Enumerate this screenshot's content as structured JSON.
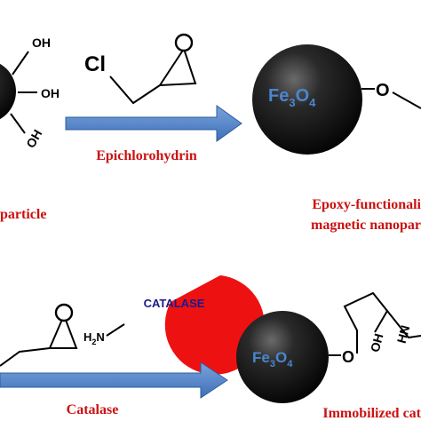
{
  "top_left_groups": [
    "OH",
    "OH",
    "OH"
  ],
  "epichlorohydrin": {
    "atom": "Cl",
    "label": "Epichlorohydrin"
  },
  "particle_core": {
    "fe": "Fe",
    "fe_sub": "3",
    "o": "O",
    "o_sub": "4"
  },
  "linker_o": "O",
  "captions": {
    "top_left": "particle",
    "top_right_1": "Epoxy-functionali",
    "top_right_2": "magnetic nanopar",
    "bottom_left": "Catalase",
    "bottom_right": "Immobilized cat"
  },
  "amine": {
    "h": "H",
    "h_sub": "2",
    "n": "N"
  },
  "enzyme_label": "CATALASE",
  "product_groups": {
    "nh": "HN",
    "oh": "OH"
  },
  "colors": {
    "arrow": "#4a7cc4",
    "caption": "#cc1111",
    "enzyme": "#ee1111",
    "fe_text": "#4a86d0"
  }
}
